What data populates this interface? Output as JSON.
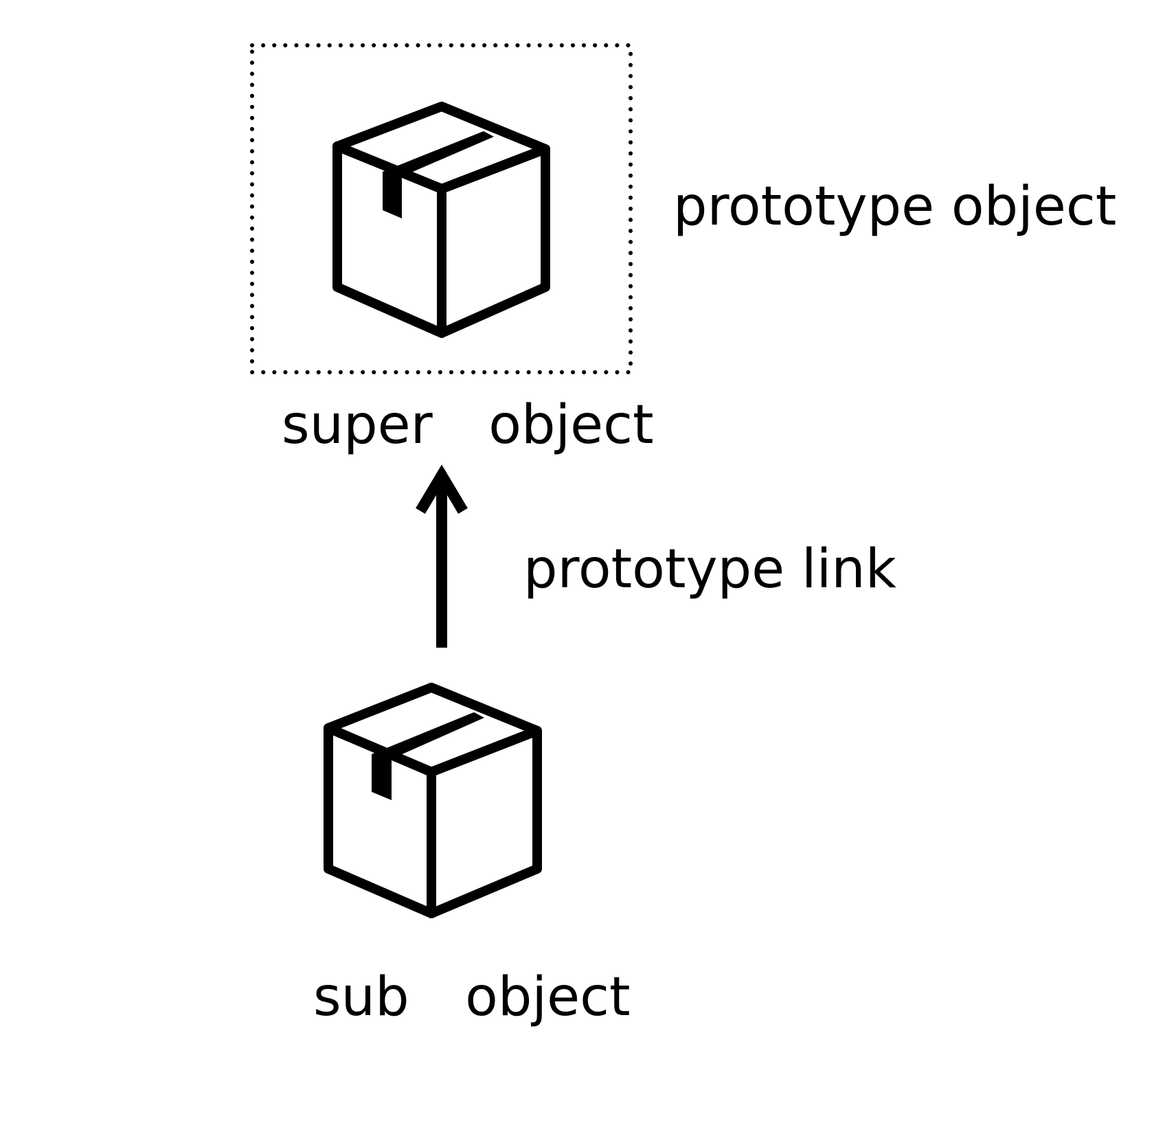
{
  "labels": {
    "prototype_object": "prototype object",
    "super_object": "super  object",
    "prototype_link": "prototype link",
    "sub_object": "sub  object"
  },
  "icons": {
    "super": "package-box-icon",
    "sub": "package-box-icon",
    "arrow": "arrow-up-icon"
  },
  "colors": {
    "ink": "#000000",
    "background": "#ffffff"
  }
}
